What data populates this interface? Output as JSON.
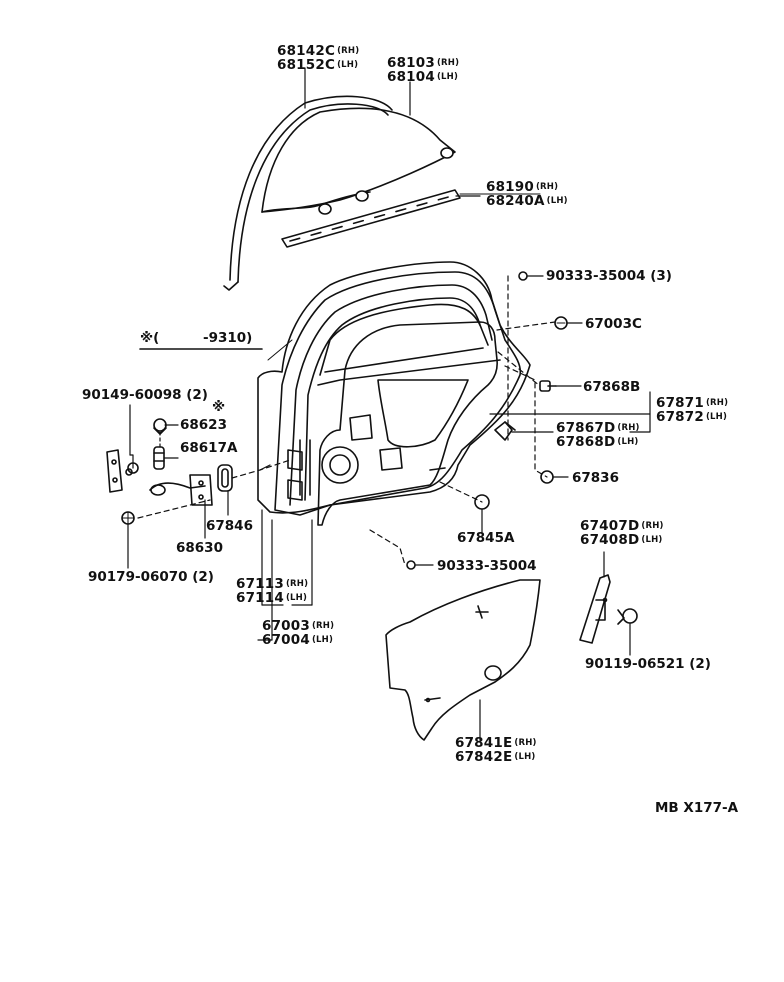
{
  "labels": {
    "p68142C": "68142C",
    "p68142C_s": "(RH)",
    "p68152C": "68152C",
    "p68152C_s": "(LH)",
    "p68103": "68103",
    "p68103_s": "(RH)",
    "p68104": "68104",
    "p68104_s": "(LH)",
    "p68190": "68190",
    "p68190_s": "(RH)",
    "p68240A": "68240A",
    "p68240A_s": "(LH)",
    "p90333a": "90333-35004 (3)",
    "p67003C": "67003C",
    "note_mark": "※(",
    "note_year": "-9310)",
    "p90149": "90149-60098 (2)",
    "p68623": "68623",
    "star": "※",
    "p68617A": "68617A",
    "p67868B": "67868B",
    "p67871": "67871",
    "p67871_s": "(RH)",
    "p67872": "67872",
    "p67872_s": "(LH)",
    "p67867D": "67867D",
    "p67867D_s": "(RH)",
    "p67868D": "67868D",
    "p67868D_s": "(LH)",
    "p67836": "67836",
    "p67846": "67846",
    "p68630": "68630",
    "p67845A": "67845A",
    "p90333b": "90333-35004",
    "p90179": "90179-06070 (2)",
    "p67113": "67113",
    "p67113_s": "(RH)",
    "p67114": "67114",
    "p67114_s": "(LH)",
    "p67003": "67003",
    "p67003_s": "(RH)",
    "p67004": "67004",
    "p67004_s": "(LH)",
    "p67407D": "67407D",
    "p67407D_s": "(RH)",
    "p67408D": "67408D",
    "p67408D_s": "(LH)",
    "p90119": "90119-06521 (2)",
    "p67841E": "67841E",
    "p67841E_s": "(RH)",
    "p67842E": "67842E",
    "p67842E_s": "(LH)",
    "code": "MB X177-A"
  }
}
